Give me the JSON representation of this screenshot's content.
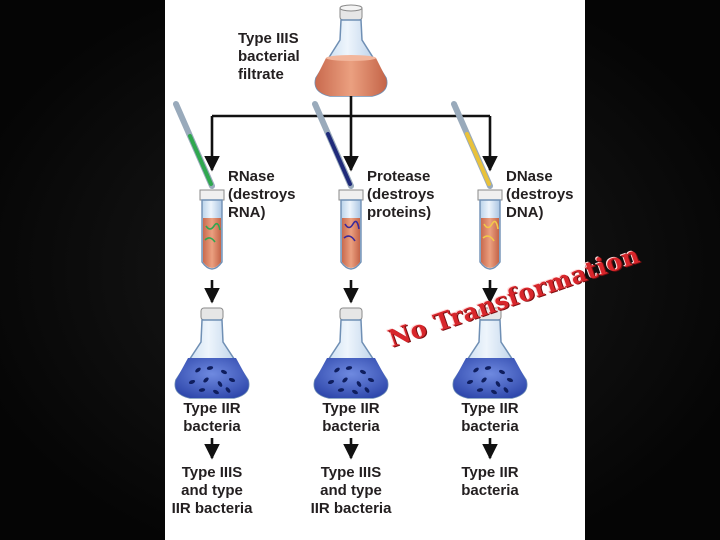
{
  "slide": {
    "frame_color": "#0a0a0a",
    "panel_color": "#ffffff"
  },
  "labels": {
    "source_flask": "Type IIIS\nbacterial\nfiltrate",
    "rnase": "RNase\n(destroys\nRNA)",
    "protease": "Protease\n(destroys\nproteins)",
    "dnase": "DNase\n(destroys\nDNA)",
    "bacteria_1": "Type IIR\nbacteria",
    "bacteria_2": "Type IIR\nbacteria",
    "bacteria_3": "Type IIR\nbacteria",
    "result_1": "Type IIIS\nand type\nIIR bacteria",
    "result_2": "Type IIIS\nand type\nIIR bacteria",
    "result_3": "Type IIR\nbacteria"
  },
  "annotation": {
    "text": "No Transformation",
    "color": "#d8262b"
  },
  "colors": {
    "filtrate": "#e0896a",
    "flask_glass": "#d6e6f5",
    "medium_blue": "#3f5fc8",
    "pipette_green": "#2fa84f",
    "pipette_navy": "#1f2a7a",
    "pipette_yellow": "#e9c23a",
    "arrow": "#111111"
  },
  "icons": [
    "flask-icon",
    "test-tube-icon",
    "pipette-icon",
    "arrow-icon",
    "cork-stopper-icon"
  ]
}
